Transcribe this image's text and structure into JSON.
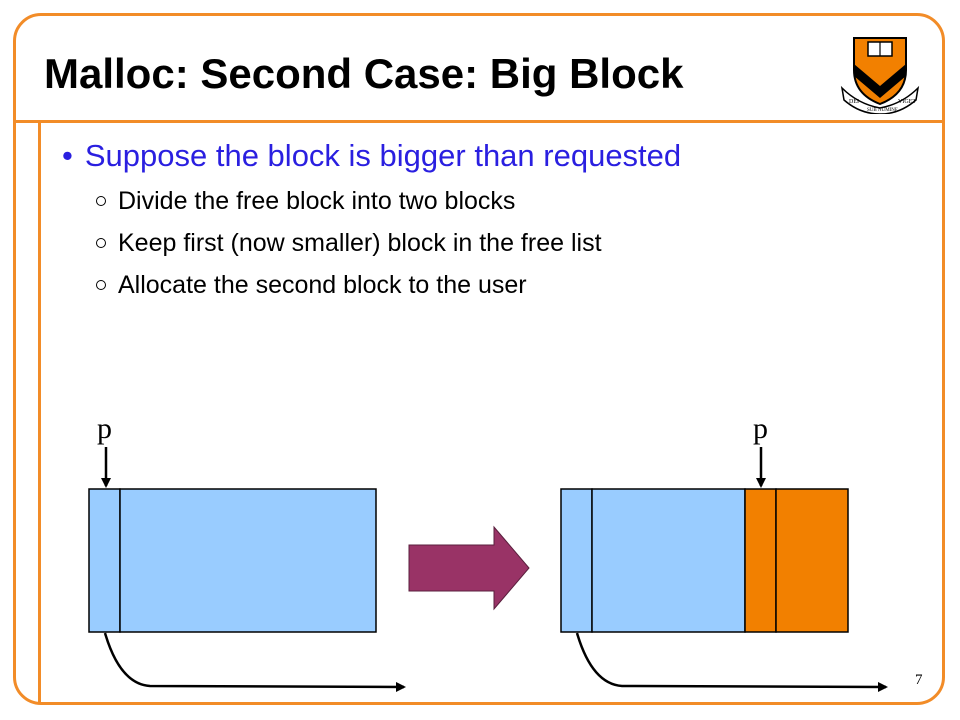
{
  "slide": {
    "title": "Malloc: Second Case: Big Block",
    "bullet": "Suppose the block is bigger than requested",
    "subbullets": [
      "Divide the free block into two blocks",
      "Keep first (now smaller) block in the free list",
      "Allocate the second block to the user"
    ],
    "page_number": "7"
  },
  "diagram": {
    "pointer_label_left": "p",
    "pointer_label_right": "p",
    "colors": {
      "free_block": "#99CCFF",
      "allocated_block": "#F28000",
      "arrow": "#993366",
      "accent": "#F28C28",
      "bullet_text": "#2A1FE0"
    }
  },
  "logo": {
    "name": "princeton-shield-icon",
    "ribbon_text_left": "DEI",
    "ribbon_text_mid": "SUB NUMINE",
    "ribbon_text_right": "VIGET"
  }
}
